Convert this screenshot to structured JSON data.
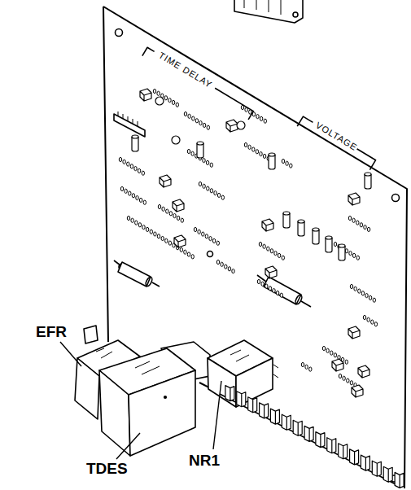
{
  "diagram": {
    "labels": [
      "TIME DELAY",
      "VOLTAGE",
      "EFR",
      "TDES",
      "NR1"
    ]
  }
}
